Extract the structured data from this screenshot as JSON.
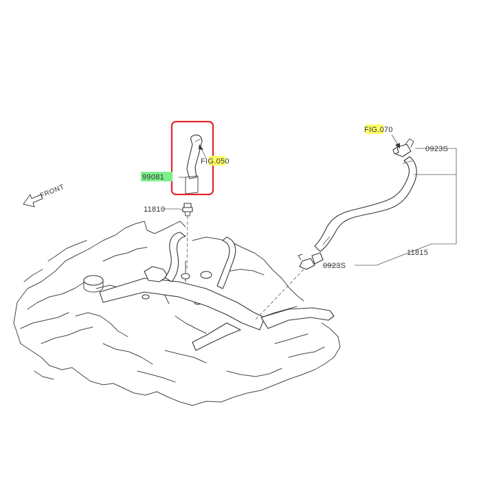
{
  "colors": {
    "selection_box": "#e3252c",
    "highlight_yellow": "#ffff66",
    "highlight_green": "#7df08a",
    "line_art": "#444444",
    "background": "#ffffff"
  },
  "labels": {
    "front": "FRONT",
    "fig_050": "FIG.050",
    "fig_070": "FIG.070",
    "part_99081": "99081",
    "part_11810": "11810",
    "part_0923s_top": "0923S",
    "part_0923s_bottom": "0923S",
    "part_11815": "11815"
  }
}
